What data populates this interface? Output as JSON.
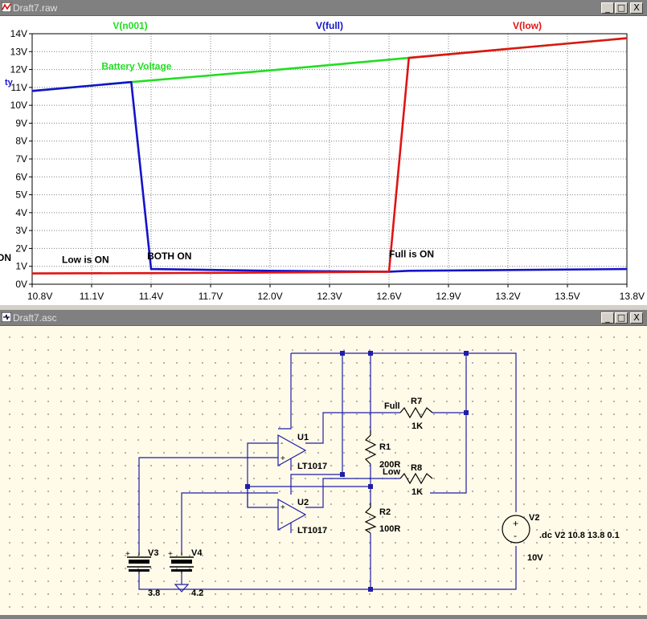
{
  "plot_window": {
    "title": "Draft7.raw",
    "buttons": {
      "minimize": "_",
      "maximize": "□",
      "close": "X"
    }
  },
  "schematic_window": {
    "title": "Draft7.asc",
    "buttons": {
      "minimize": "_",
      "maximize": "□",
      "close": "X"
    }
  },
  "chart_data": {
    "type": "line",
    "x_ticks": [
      "10.8V",
      "11.1V",
      "11.4V",
      "11.7V",
      "12.0V",
      "12.3V",
      "12.6V",
      "12.9V",
      "13.2V",
      "13.5V",
      "13.8V"
    ],
    "y_ticks": [
      "0V",
      "1V",
      "2V",
      "3V",
      "4V",
      "5V",
      "6V",
      "7V",
      "8V",
      "9V",
      "10V",
      "11V",
      "12V",
      "13V",
      "14V"
    ],
    "xlim": [
      10.8,
      13.8
    ],
    "ylim": [
      0,
      14
    ],
    "grid": true,
    "series": [
      {
        "name": "V(n001)",
        "color": "#22dd22",
        "points": [
          [
            10.8,
            10.8
          ],
          [
            11.3,
            11.3
          ],
          [
            12.0,
            11.95
          ],
          [
            12.7,
            12.65
          ],
          [
            13.2,
            13.15
          ],
          [
            13.8,
            13.75
          ]
        ]
      },
      {
        "name": "V(full)",
        "color": "#1414c8",
        "points": [
          [
            10.8,
            10.8
          ],
          [
            11.3,
            11.3
          ],
          [
            11.4,
            0.85
          ],
          [
            12.0,
            0.75
          ],
          [
            12.6,
            0.7
          ],
          [
            12.7,
            0.75
          ],
          [
            13.8,
            0.85
          ]
        ]
      },
      {
        "name": "V(low)",
        "color": "#e01414",
        "points": [
          [
            10.8,
            0.6
          ],
          [
            11.4,
            0.62
          ],
          [
            12.0,
            0.65
          ],
          [
            12.6,
            0.7
          ],
          [
            12.7,
            12.65
          ],
          [
            13.2,
            13.15
          ],
          [
            13.8,
            13.75
          ]
        ]
      }
    ],
    "annotations": [
      {
        "text": "Battery Voltage",
        "x": 11.15,
        "y": 12.0,
        "color": "#22dd22"
      },
      {
        "text": "Low is ON",
        "x": 10.95,
        "y": 1.2,
        "color": "#000000"
      },
      {
        "text": "BOTH ON",
        "x": 11.38,
        "y": 1.4,
        "color": "#000000"
      },
      {
        "text": "Full is ON",
        "x": 12.6,
        "y": 1.5,
        "color": "#000000"
      }
    ],
    "edge_fragments": {
      "left_y": "ON",
      "left_mid": "ty"
    }
  },
  "schematic": {
    "components": {
      "u1": {
        "ref": "U1",
        "value": "LT1017"
      },
      "u2": {
        "ref": "U2",
        "value": "LT1017"
      },
      "r1": {
        "ref": "R1",
        "value": "200R"
      },
      "r2": {
        "ref": "R2",
        "value": "100R"
      },
      "r7": {
        "ref": "R7",
        "value": "1K"
      },
      "r8": {
        "ref": "R8",
        "value": "1K"
      },
      "v2": {
        "ref": "V2",
        "value": "10V",
        "directive": ".dc V2 10.8 13.8 0.1"
      },
      "v3": {
        "ref": "V3",
        "value": "3.8"
      },
      "v4": {
        "ref": "V4",
        "value": "4.2"
      }
    },
    "net_labels": {
      "full": "Full",
      "low": "Low"
    },
    "pin_signs": {
      "plus": "+",
      "minus": "-"
    }
  }
}
